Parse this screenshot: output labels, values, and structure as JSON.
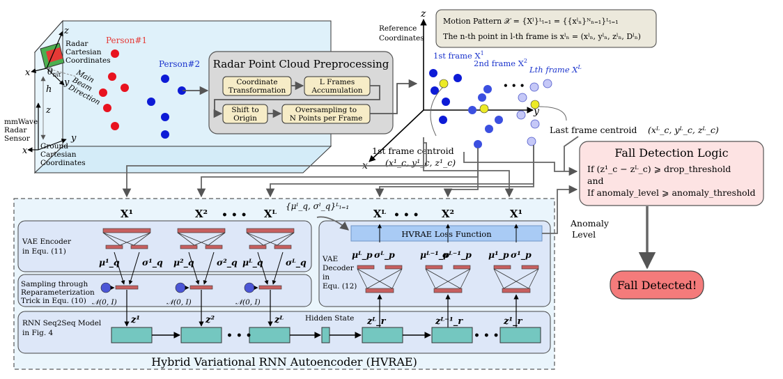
{
  "radar_scene": {
    "person1": "Person#1",
    "person2": "Person#2",
    "axis_z_top": "z",
    "radar_cartesian": [
      "Radar",
      "Cartesian",
      "Coordinates"
    ],
    "main_beam": [
      "Main",
      "Beam",
      "Direction"
    ],
    "axis_x_radar": "x",
    "axis_y_radar": "y",
    "theta": "θ",
    "theta_sub": "tilt",
    "height": "h",
    "axis_z_ground": "z",
    "sensor": [
      "mmWave",
      "Radar",
      "Sensor"
    ],
    "axis_x_ground": "x",
    "axis_y_ground": "y",
    "ground": [
      "Ground",
      "Cartesian",
      "Coordinates"
    ]
  },
  "preprocessing": {
    "title": "Radar Point Cloud Preprocessing",
    "step1": [
      "Coordinate",
      "Transformation"
    ],
    "step2": [
      "L Frames",
      "Accumulation"
    ],
    "step3": [
      "Shift to",
      "Origin"
    ],
    "step4": [
      "Oversampling to",
      "N Points per Frame"
    ]
  },
  "reference": {
    "label": [
      "Reference",
      "Coordinates"
    ],
    "axis_z": "z",
    "axis_y": "y",
    "axis_x": "x",
    "frame1": "1st frame X",
    "frame1_sup": "1",
    "frame2": "2nd frame X",
    "frame2_sup": "2",
    "frameL": "Lth frame X",
    "frameL_sup": "L",
    "dots": "• • •",
    "first_centroid": "1st frame centroid",
    "first_centroid_expr": "(x¹_c, y¹_c, z¹_c)",
    "last_centroid": "Last frame centroid",
    "last_centroid_expr": "(xᴸ_c, yᴸ_c, zᴸ_c)"
  },
  "motion_pattern": {
    "line1": "Motion Pattern 𝒳 = {Xˡ}ᴸₗ₌₁ = {{xˡₙ}ᴺₙ₌₁}ᴸₗ₌₁",
    "line2": "The n-th point in l-th frame is xˡₙ = (xˡₙ, yˡₙ, zˡₙ, Dˡₙ)"
  },
  "fall_logic": {
    "title": "Fall Detection Logic",
    "cond1": "If (z¹_c − zᴸ_c) ⩾ drop_threshold",
    "and": "and",
    "cond2": "If anomaly_level ⩾ anomaly_threshold",
    "result": "Fall Detected!",
    "anomaly_level": [
      "Anomaly",
      "Level"
    ]
  },
  "hvrae": {
    "title": "Hybrid Variational RNN Autoencoder (HVRAE)",
    "encoder_label": [
      "VAE Encoder",
      "in Equ. (11)"
    ],
    "sampling_label": [
      "Sampling through",
      "Reparameterization",
      "Trick in Equ. (10)"
    ],
    "rnn_label": [
      "RNN Seq2Seq Model",
      "in Fig. 4"
    ],
    "decoder_label": [
      "VAE",
      "Decoder",
      "in",
      "Equ. (12)"
    ],
    "loss": "HVRAE Loss Function",
    "hidden_state": "Hidden State",
    "params": "{μˡ_q, σˡ_q}ᴸₗ₌₁",
    "normal": "𝒩(0, I)",
    "enc_inputs": [
      "X¹",
      "X²",
      "Xᴸ"
    ],
    "dec_outputs": [
      "Xᴸ",
      "X²",
      "X¹"
    ],
    "enc_mu": [
      "μ¹_q",
      "μ²_q",
      "μᴸ_q"
    ],
    "enc_sigma": [
      "σ¹_q",
      "σ²_q",
      "σᴸ_q"
    ],
    "z_labels": [
      "z¹",
      "z²",
      "zᴸ"
    ],
    "zr_labels": [
      "zᴸ_r",
      "zᴸ⁻¹_r",
      "z¹_r"
    ],
    "dec_mu": [
      "μᴸ_p",
      "μᴸ⁻¹_p",
      "μ¹_p"
    ],
    "dec_sigma": [
      "σᴸ_p",
      "σᴸ⁻¹_p",
      "σ¹_p"
    ],
    "ellipsis": "• • •"
  }
}
